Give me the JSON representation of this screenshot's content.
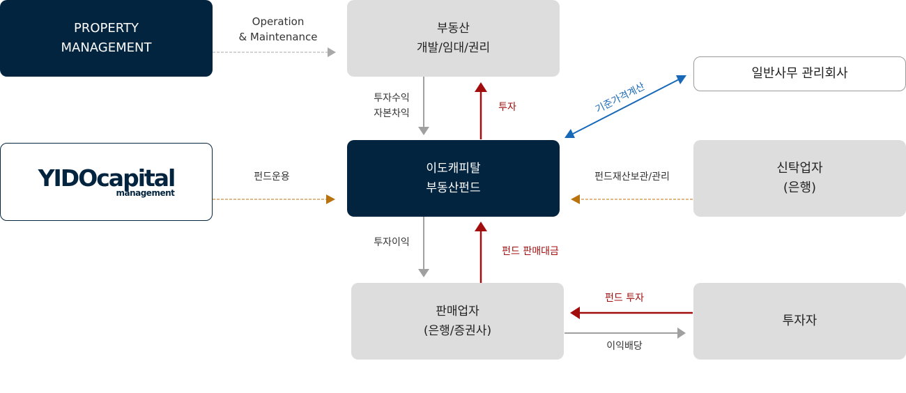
{
  "nodes": {
    "property_management": {
      "lines": [
        "PROPERTY",
        "MANAGEMENT"
      ]
    },
    "real_estate": {
      "lines": [
        "부동산",
        "개발/임대/권리"
      ]
    },
    "general_admin": {
      "lines": [
        "일반사무 관리회사"
      ]
    },
    "yido_logo": {
      "main": "YIDOcapital",
      "sub": "management"
    },
    "fund": {
      "lines": [
        "이도캐피탈",
        "부동산펀드"
      ]
    },
    "trustee": {
      "lines": [
        "신탁업자",
        "(은행)"
      ]
    },
    "distributor": {
      "lines": [
        "판매업자",
        "(은행/증권사)"
      ]
    },
    "investor": {
      "lines": [
        "투자자"
      ]
    }
  },
  "edges": {
    "operation_maintenance": {
      "lines": [
        "Operation",
        "& Maintenance"
      ]
    },
    "investment_return": {
      "lines": [
        "투자수익",
        "자본차익"
      ]
    },
    "investment": {
      "lines": [
        "투자"
      ]
    },
    "base_price_calc": {
      "lines": [
        "기준가격계산"
      ]
    },
    "fund_management": {
      "lines": [
        "펀드운용"
      ]
    },
    "fund_custody": {
      "lines": [
        "펀드재산보관/관리"
      ]
    },
    "investment_profit": {
      "lines": [
        "투자이익"
      ]
    },
    "fund_sales_proceeds": {
      "lines": [
        "펀드 판매대금"
      ]
    },
    "fund_investment": {
      "lines": [
        "펀드 투자"
      ]
    },
    "dividend": {
      "lines": [
        "이익배당"
      ]
    }
  },
  "colors": {
    "navy": "#03243f",
    "gray_box": "#dddddd",
    "red_arrow": "#a10d0d",
    "gray_arrow": "#a0a0a0",
    "orange_dashed": "#b8730f",
    "blue_arrow": "#1868b8"
  }
}
